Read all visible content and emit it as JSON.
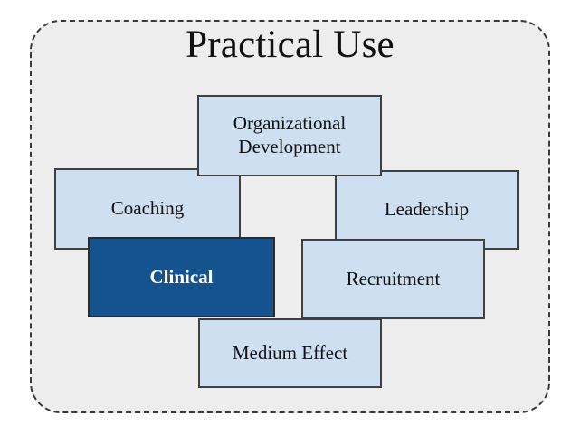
{
  "diagram": {
    "title": "Practical Use",
    "container": {
      "shape": "rounded-rectangle",
      "border_style": "dashed",
      "fill_color": "#ededed",
      "border_color": "#3a3a3a"
    },
    "palette": {
      "node_fill": "#cddff0",
      "node_border": "#404040",
      "highlight_fill": "#14538d",
      "highlight_text": "#ffffff",
      "text": "#111111",
      "page_background": "#ffffff"
    },
    "nodes": [
      {
        "id": "organizational-development",
        "label": "Organizational Development",
        "line1": "Organizational",
        "line2": "Development",
        "highlighted": false
      },
      {
        "id": "coaching",
        "label": "Coaching",
        "highlighted": false
      },
      {
        "id": "leadership",
        "label": "Leadership",
        "highlighted": false
      },
      {
        "id": "recruitment",
        "label": "Recruitment",
        "highlighted": false
      },
      {
        "id": "medium-effect",
        "label": "Medium Effect",
        "highlighted": false
      },
      {
        "id": "clinical",
        "label": "Clinical",
        "highlighted": true
      }
    ]
  }
}
